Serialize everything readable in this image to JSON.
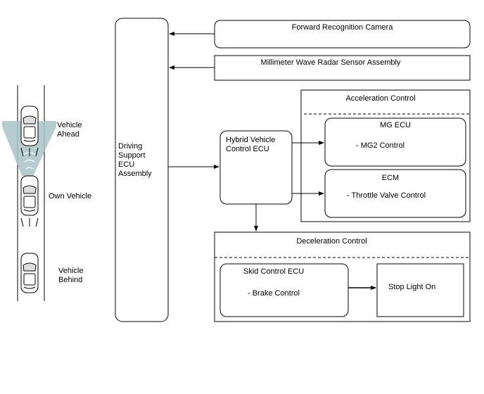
{
  "road": {
    "vehicle_ahead_label": "Vehicle\nAhead",
    "own_vehicle_label": "Own Vehicle",
    "vehicle_behind_label": "Vehicle\nBehind"
  },
  "blocks": {
    "driving_support_ecu": "Driving\nSupport\nECU\nAssembly",
    "forward_camera": "Forward Recognition Camera",
    "radar_sensor": "Millimeter Wave Radar Sensor Assembly",
    "hybrid_ecu": "Hybrid Vehicle\nControl ECU",
    "acceleration_control": {
      "title": "Acceleration Control",
      "mg_ecu": {
        "title": "MG ECU",
        "detail": "- MG2 Control"
      },
      "ecm": {
        "title": "ECM",
        "detail": "- Throttle Valve Control"
      }
    },
    "deceleration_control": {
      "title": "Deceleration Control",
      "skid_ecu": {
        "title": "Skid Control ECU",
        "detail": "- Brake Control"
      },
      "stop_light": "Stop Light On"
    }
  },
  "colors": {
    "radar_beam": "#a9c3c8",
    "line": "#000000"
  }
}
